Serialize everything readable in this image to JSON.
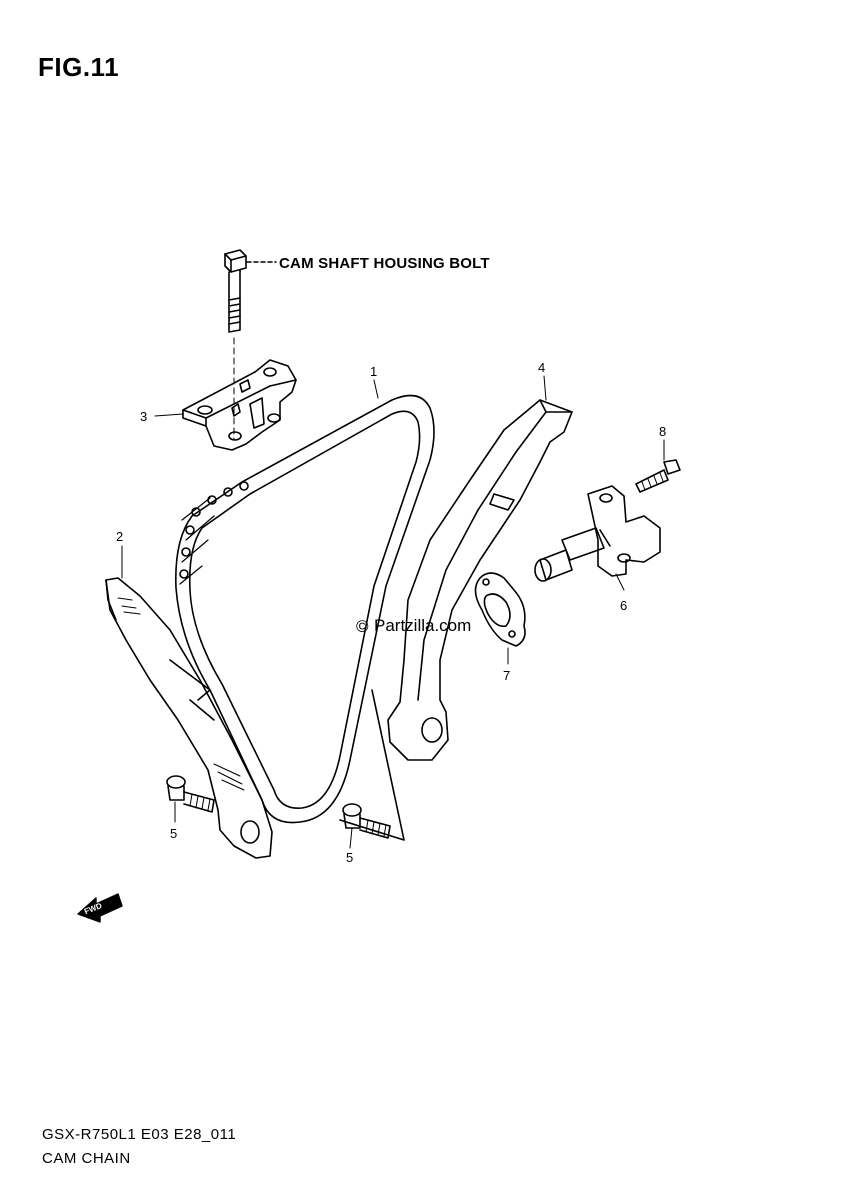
{
  "figure": {
    "title": "FIG.11"
  },
  "callouts": {
    "bolt_label": "CAM SHAFT HOUSING BOLT",
    "part_1": "1",
    "part_2": "2",
    "part_3": "3",
    "part_4": "4",
    "part_5a": "5",
    "part_5b": "5",
    "part_6": "6",
    "part_7": "7",
    "part_8": "8"
  },
  "watermark": {
    "text": "Partzilla.com",
    "symbol": "©"
  },
  "forward_arrow": {
    "label": "FWD"
  },
  "footer": {
    "code": "GSX-R750L1 E03 E28_011",
    "name": "CAM CHAIN"
  }
}
